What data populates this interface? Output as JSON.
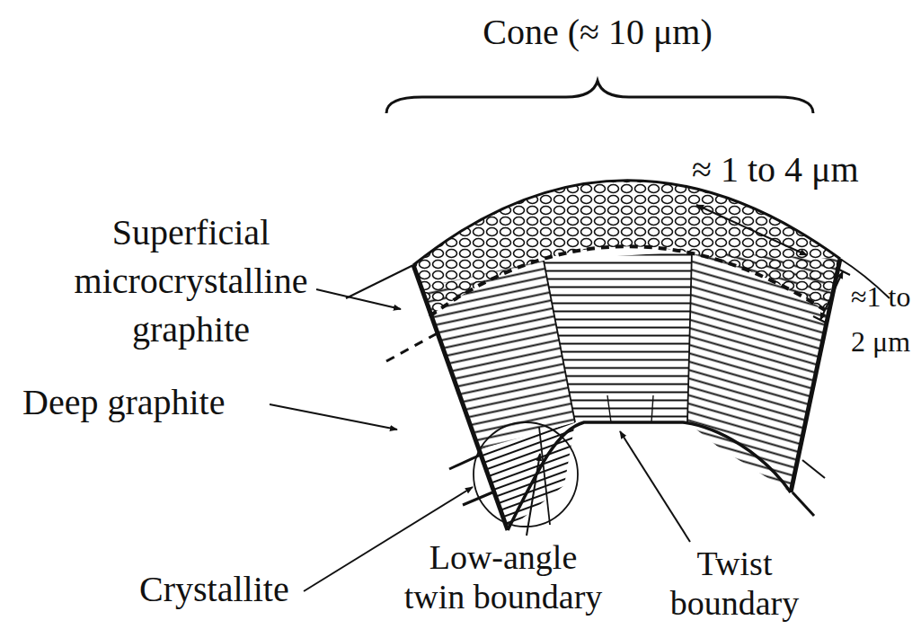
{
  "diagram": {
    "labels": [
      "Cone (≈ 10 μm)",
      "≈ 1 to 4 μm",
      "Superficial microcrystalline graphite",
      "≈1 to 2 μm",
      "Deep graphite",
      "Crystallite",
      "Low-angle twin boundary",
      "Twist boundary"
    ]
  }
}
